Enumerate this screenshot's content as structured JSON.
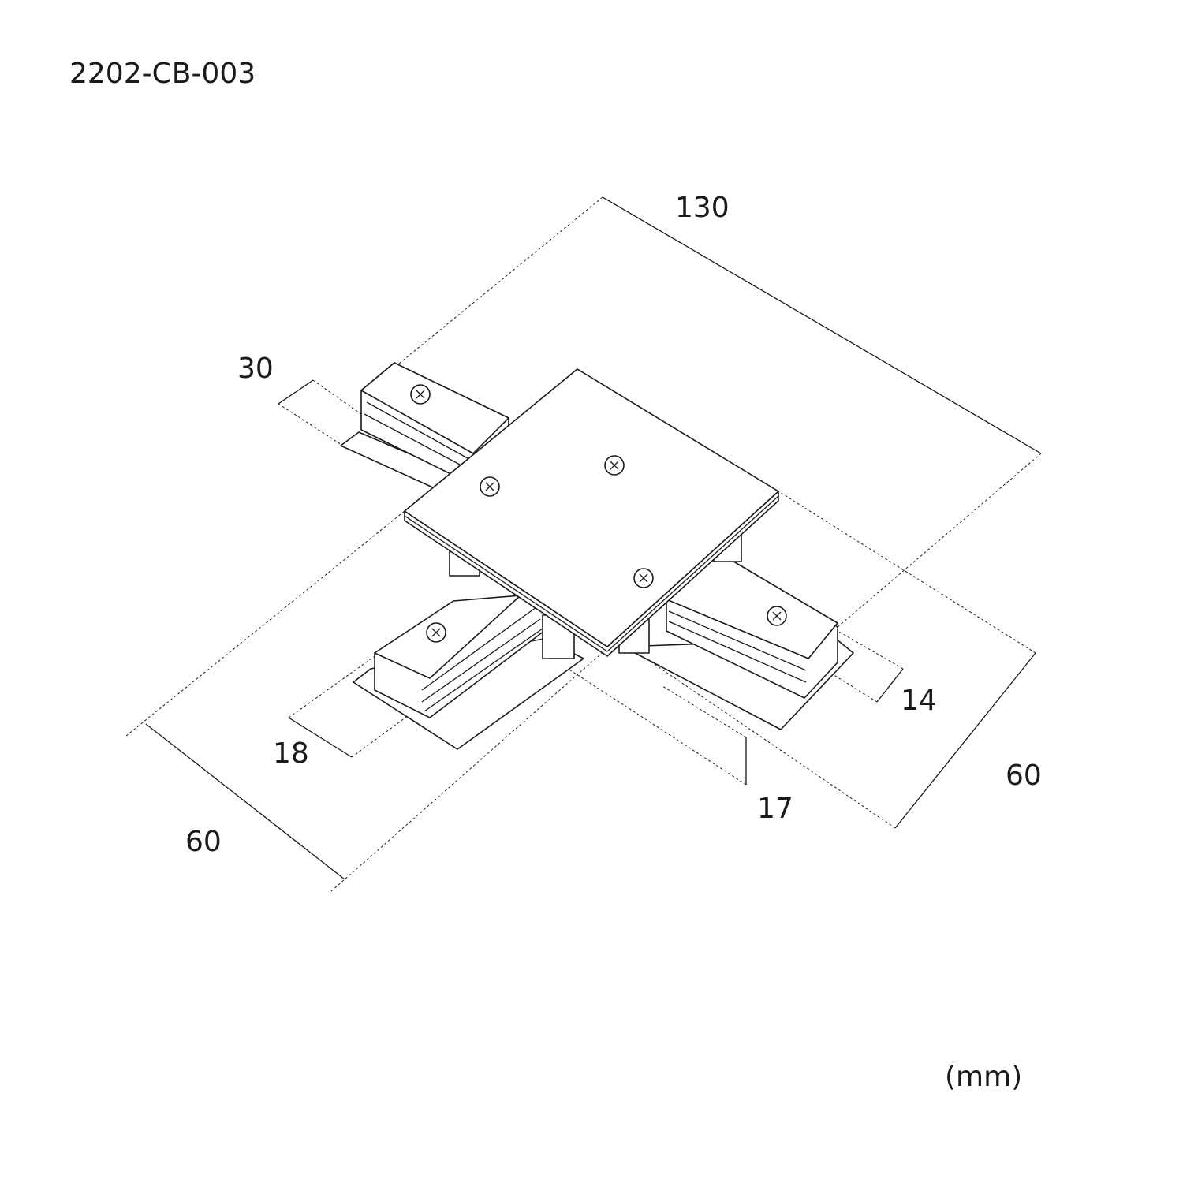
{
  "title": "2202-CB-003",
  "dimensions": {
    "total_length": "130",
    "arm_width_top": "30",
    "arm_height": "14",
    "depth_right": "60",
    "offset_17": "17",
    "arm_width_front": "18",
    "depth_left": "60"
  },
  "unit": "(mm)"
}
